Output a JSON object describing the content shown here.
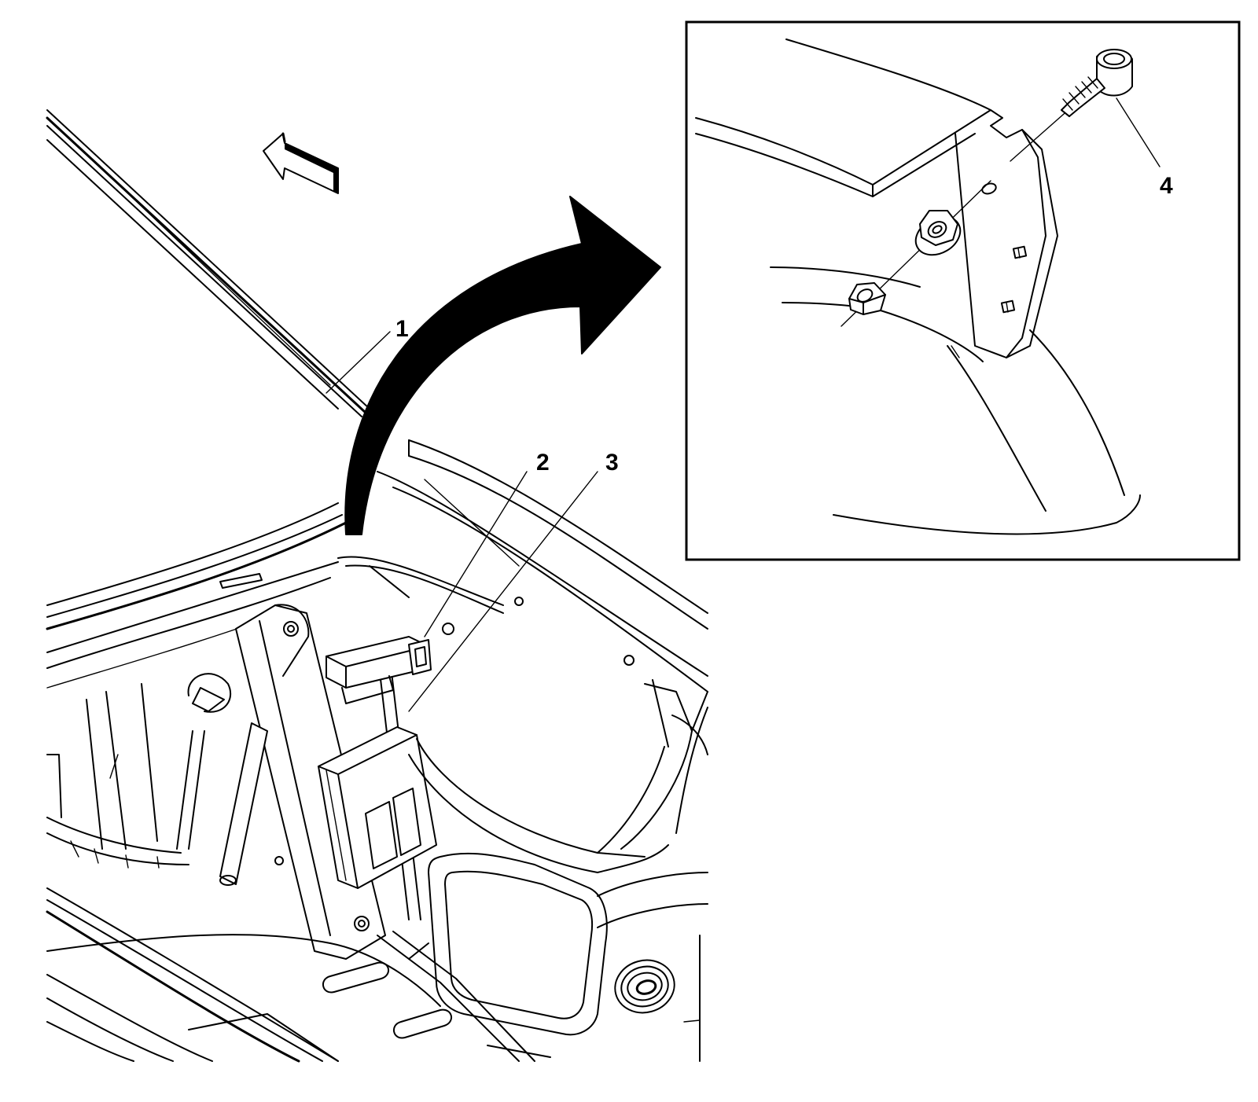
{
  "callouts": {
    "c1": "1",
    "c2": "2",
    "c3": "3",
    "c4": "4"
  },
  "icons": {
    "direction_arrow": "forward-arrow-icon",
    "detail_arrow": "curved-arrow-icon"
  },
  "colors": {
    "line": "#000000",
    "background": "#ffffff"
  }
}
